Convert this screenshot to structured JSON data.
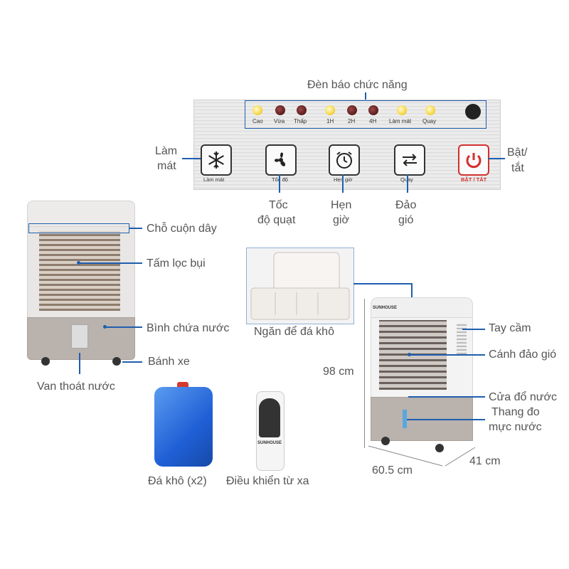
{
  "panel": {
    "indicator_title": "Đèn báo chức năng",
    "indicators": [
      {
        "label": "Cao",
        "state": "on"
      },
      {
        "label": "Vừa",
        "state": "off"
      },
      {
        "label": "Thấp",
        "state": "off"
      },
      {
        "label": "1H",
        "state": "on"
      },
      {
        "label": "2H",
        "state": "off"
      },
      {
        "label": "4H",
        "state": "off"
      },
      {
        "label": "Làm mát",
        "state": "on"
      },
      {
        "label": "Quay",
        "state": "on"
      }
    ],
    "buttons": [
      {
        "label": "Làm mát",
        "icon": "snowflake-icon"
      },
      {
        "label": "Tốc độ",
        "icon": "fan-icon"
      },
      {
        "label": "Hẹn giờ",
        "icon": "alarm-clock-icon"
      },
      {
        "label": "Quay",
        "icon": "swing-arrows-icon"
      },
      {
        "label": "BẬT / TẮT",
        "icon": "power-icon"
      }
    ],
    "callouts": {
      "cooling_line1": "Làm",
      "cooling_line2": "mát",
      "power_line1": "Bật/",
      "power_line2": "tắt",
      "speed_line1": "Tốc",
      "speed_line2": "độ quạt",
      "timer_line1": "Hẹn",
      "timer_line2": "giờ",
      "swing_line1": "Đảo",
      "swing_line2": "gió"
    }
  },
  "front_view": {
    "cord_holder": "Chỗ cuộn dây",
    "dust_filter": "Tấm lọc bụi",
    "water_tank": "Bình chứa nước",
    "wheels": "Bánh xe",
    "drain_valve": "Van thoát nước"
  },
  "ice_compartment": "Ngăn để đá khô",
  "accessories": {
    "ice_pack": "Đá khô (x2)",
    "remote": "Điều khiển từ xa",
    "remote_brand": "SUNHOUSE"
  },
  "side_view": {
    "brand": "SUNHOUSE",
    "handle": "Tay cầm",
    "louver": "Cánh đảo gió",
    "water_inlet": "Cửa đổ nước",
    "level_line1": "Thang đo",
    "level_line2": "mực nước",
    "height": "98 cm",
    "width": "60.5 cm",
    "depth": "41 cm"
  },
  "colors": {
    "callout_line": "#1f5fae",
    "power_red": "#d32f2f",
    "ice_blue": "#1f5fd6"
  }
}
